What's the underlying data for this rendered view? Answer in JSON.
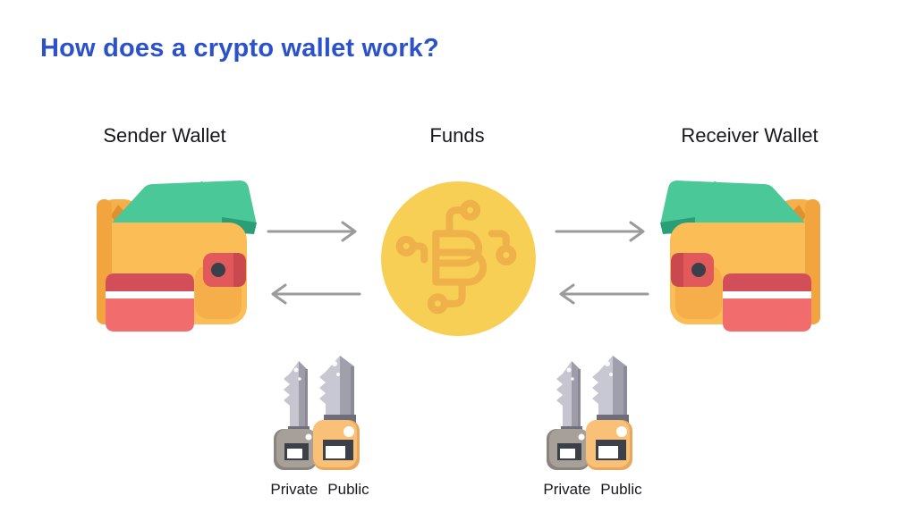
{
  "title": "How does a crypto wallet work?",
  "columns": [
    {
      "label": "Sender Wallet"
    },
    {
      "label": "Funds"
    },
    {
      "label": "Receiver Wallet"
    }
  ],
  "key_groups": [
    {
      "private_label": "Private",
      "public_label": "Public"
    },
    {
      "private_label": "Private",
      "public_label": "Public"
    }
  ],
  "icons": {
    "sender": "wallet-icon",
    "funds": "bitcoin-coin-icon",
    "receiver": "wallet-icon (mirrored)",
    "flow": [
      "arrow-right-icon",
      "arrow-left-icon",
      "arrow-right-icon",
      "arrow-left-icon"
    ],
    "keys": "key-pair-icon (private gray, public orange)"
  },
  "colors": {
    "title": "#2B51CB",
    "text": "#17181C",
    "arrow": "#9B9B9B",
    "coin_fill": "#F8CF55",
    "coin_symbol": "#EFB14A",
    "wallet_body": "#FBBE57",
    "wallet_edge": "#F2A43E",
    "bill_green": "#4BC897",
    "bill_green_dark": "#2EA77C",
    "card_red": "#F16C6C",
    "card_red_dark": "#D24F59",
    "clasp_red": "#E2595B",
    "key_private_head": "#A7A099",
    "key_public_head": "#F8C177",
    "keyhole": "#3C4049"
  }
}
